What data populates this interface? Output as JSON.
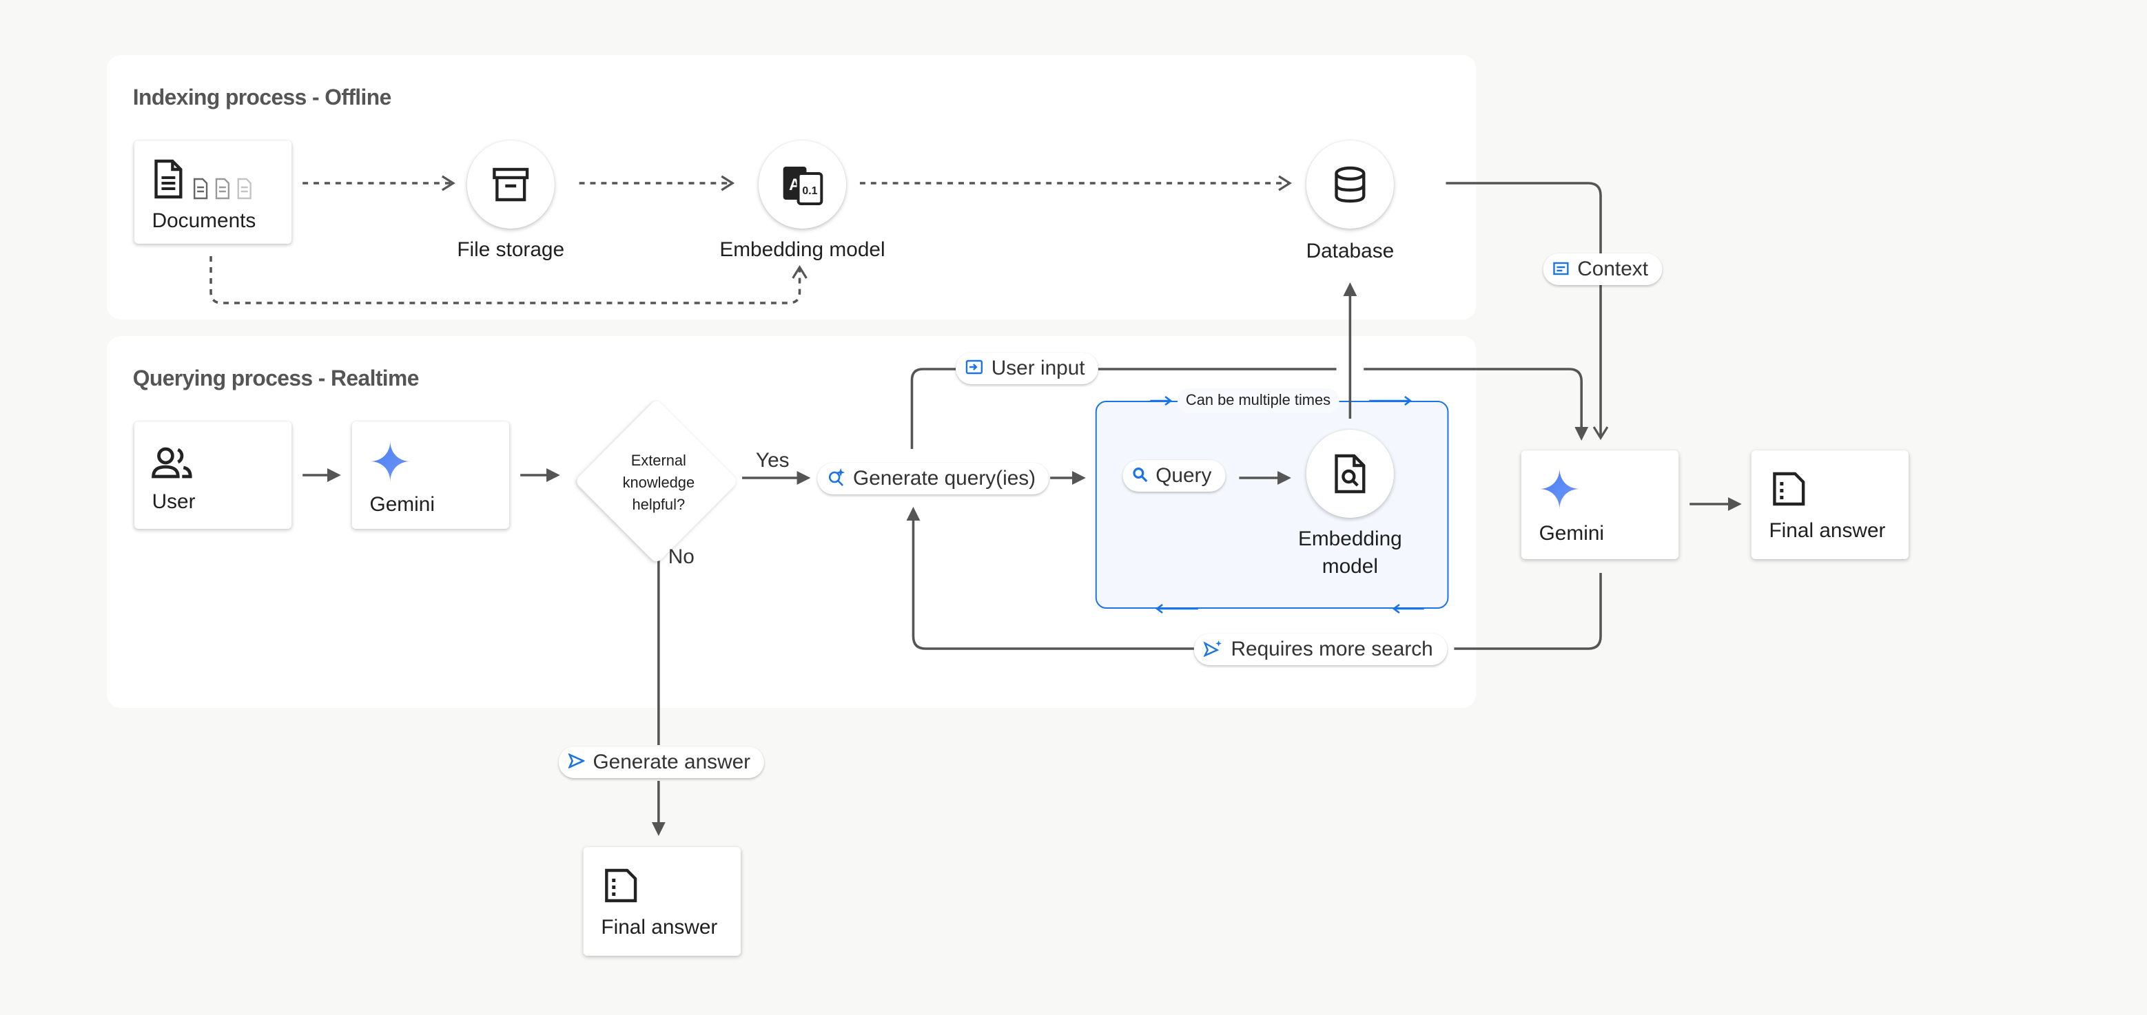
{
  "indexing": {
    "title": "Indexing process - Offline",
    "documents": "Documents",
    "file_storage": "File storage",
    "embedding_model": "Embedding model",
    "database": "Database"
  },
  "context_label": "Context",
  "querying": {
    "title": "Querying process - Realtime",
    "user": "User",
    "gemini": "Gemini",
    "decision_line1": "External",
    "decision_line2": "knowledge",
    "decision_line3": "helpful?",
    "yes": "Yes",
    "no": "No",
    "generate_queries": "Generate query(ies)",
    "user_input": "User input",
    "loop_label": "Can be multiple times",
    "query": "Query",
    "embedding_line1": "Embedding",
    "embedding_line2": "model",
    "requires_more_search": "Requires more search"
  },
  "right": {
    "gemini": "Gemini",
    "final_answer": "Final answer"
  },
  "bottom": {
    "generate_answer": "Generate answer",
    "final_answer": "Final answer"
  },
  "colors": {
    "accent_blue": "#1a73e8",
    "loop_fill": "#f4f8fe",
    "line": "#555555"
  },
  "icons": [
    "document-icon",
    "file-storage-icon",
    "embedding-model-icon",
    "database-icon",
    "context-icon",
    "users-icon",
    "gemini-icon",
    "sparkle-search-icon",
    "user-input-icon",
    "search-icon",
    "document-search-icon",
    "sparkle-send-icon",
    "send-icon",
    "final-answer-icon"
  ]
}
